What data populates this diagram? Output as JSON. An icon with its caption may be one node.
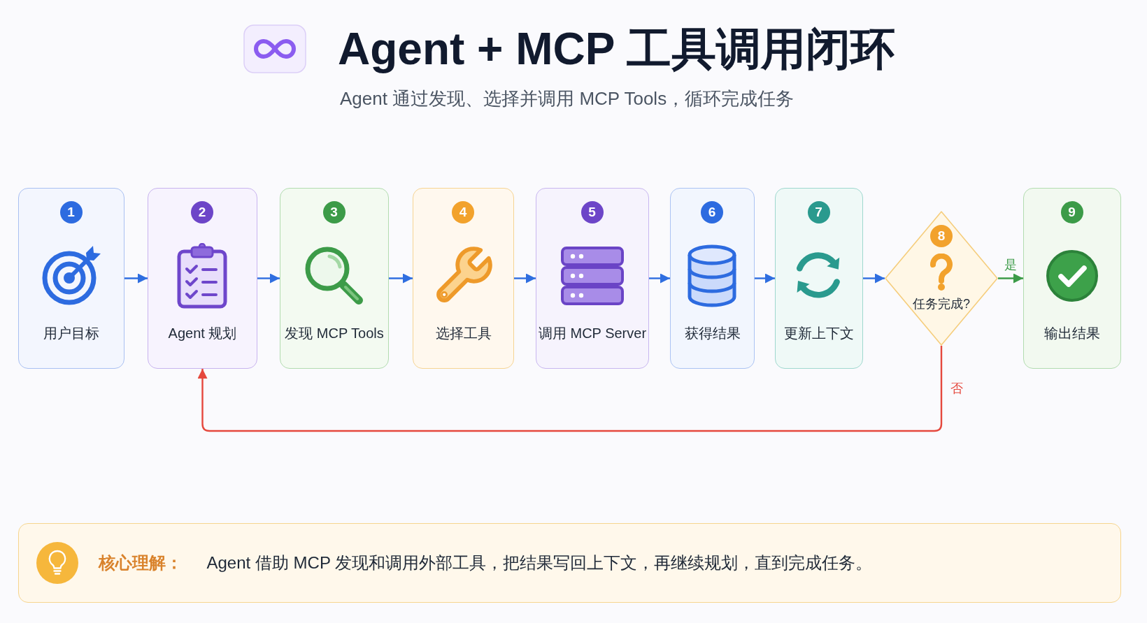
{
  "diagram": {
    "title": "Agent + MCP 工具调用闭环",
    "nodes": [
      {
        "text": [
          "1",
          "用户目标"
        ]
      },
      {
        "text": [
          "2",
          "Agent 规划"
        ]
      },
      {
        "text": [
          "3",
          "发现 MCP Tools"
        ]
      },
      {
        "text": [
          "4",
          "选择工具"
        ]
      },
      {
        "text": [
          "5",
          "调用 MCP Server"
        ]
      },
      {
        "text": [
          "6",
          "获得结果"
        ]
      },
      {
        "text": [
          "7",
          "更新上下文"
        ]
      },
      {
        "text": [
          "8",
          "任务完成?"
        ]
      },
      {
        "text": [
          "9",
          "输出结果"
        ]
      },
      {
        "text": [
          "核心理解：",
          "Agent 借助 MCP 发现和调用外部工具，把结果写回上下文，再继续规划，直到完成任务。"
        ]
      }
    ],
    "edges": [
      {
        "from": 0,
        "to": 1,
        "arrow": "to"
      },
      {
        "from": 1,
        "to": 2,
        "arrow": "to"
      },
      {
        "from": 2,
        "to": 3,
        "arrow": "to"
      },
      {
        "from": 3,
        "to": 4,
        "arrow": "to"
      },
      {
        "from": 4,
        "to": 5,
        "arrow": "to"
      },
      {
        "from": 5,
        "to": 6,
        "arrow": "to"
      },
      {
        "from": 6,
        "to": 7,
        "arrow": "to"
      },
      {
        "from": 7,
        "to": 8,
        "arrow": "to",
        "label": "是",
        "color": "#3c9b48"
      },
      {
        "from": 7,
        "to": 1,
        "arrow": "to",
        "label": "否",
        "color": "#e5483d"
      }
    ],
    "labels": [
      "Agent 通过发现、选择并调用 MCP Tools，循环完成任务"
    ]
  }
}
